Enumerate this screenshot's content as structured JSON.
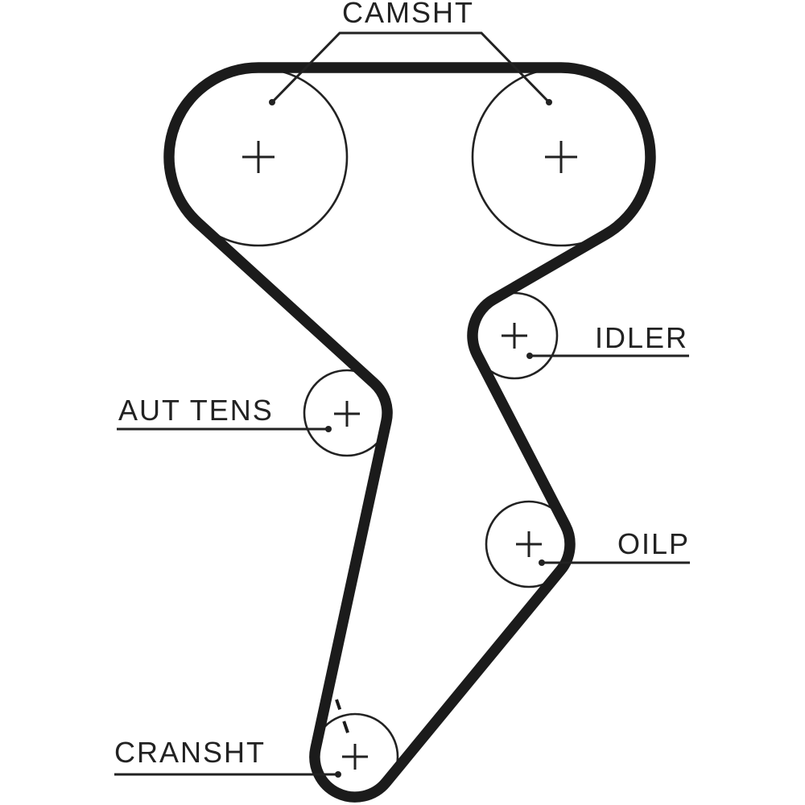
{
  "labels": {
    "camshaft": "CAMSHT",
    "idler": "IDLER",
    "auto_tensioner": "AUT TENS",
    "oil_pump": "OILP",
    "crankshaft": "CRANSHT"
  },
  "pulleys": [
    {
      "id": "camshaft-left",
      "label_key": "camshaft",
      "center_mark": "+"
    },
    {
      "id": "camshaft-right",
      "label_key": "camshaft",
      "center_mark": "+"
    },
    {
      "id": "idler",
      "label_key": "idler",
      "center_mark": "+"
    },
    {
      "id": "auto-tensioner",
      "label_key": "auto_tensioner",
      "center_mark": "+"
    },
    {
      "id": "oil-pump",
      "label_key": "oil_pump",
      "center_mark": "+"
    },
    {
      "id": "crankshaft",
      "label_key": "crankshaft",
      "center_mark": "+",
      "timing_mark": "dashed"
    }
  ],
  "colors": {
    "belt": "#1b1b1b",
    "ink": "#222222",
    "background": "#ffffff"
  }
}
